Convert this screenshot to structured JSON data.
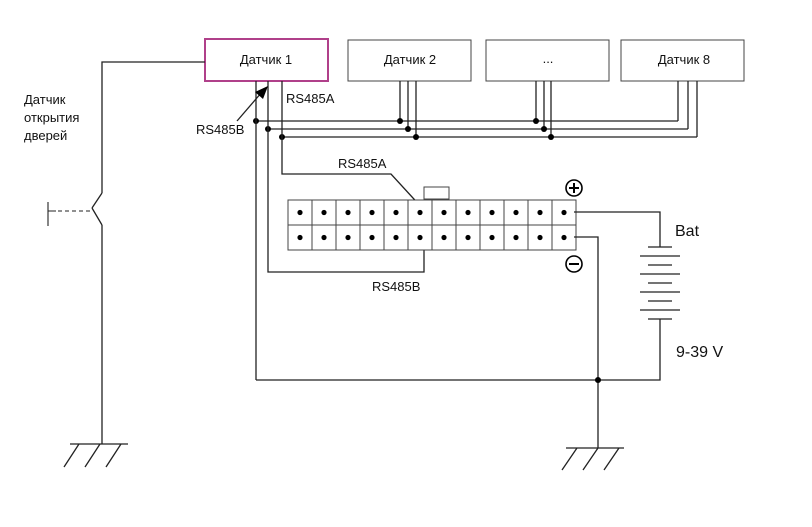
{
  "sensors": [
    {
      "label": "Датчик 1",
      "active": true
    },
    {
      "label": "Датчик 2",
      "active": false
    },
    {
      "label": "...",
      "active": false
    },
    {
      "label": "Датчик 8",
      "active": false
    }
  ],
  "door_sensor": {
    "line1": "Датчик",
    "line2": "открытия",
    "line3": "дверей"
  },
  "bus_labels": {
    "rs485a_top": "RS485A",
    "rs485b_top": "RS485B",
    "rs485a_mid": "RS485A",
    "rs485b_bottom": "RS485B"
  },
  "battery": {
    "label": "Bat",
    "voltage": "9-39 V"
  },
  "polarity": {
    "plus": "+",
    "minus": "−"
  },
  "connector": {
    "columns": 12,
    "rows": 2
  },
  "colors": {
    "active_sensor_border": "#b0408a",
    "wire": "#222222"
  }
}
